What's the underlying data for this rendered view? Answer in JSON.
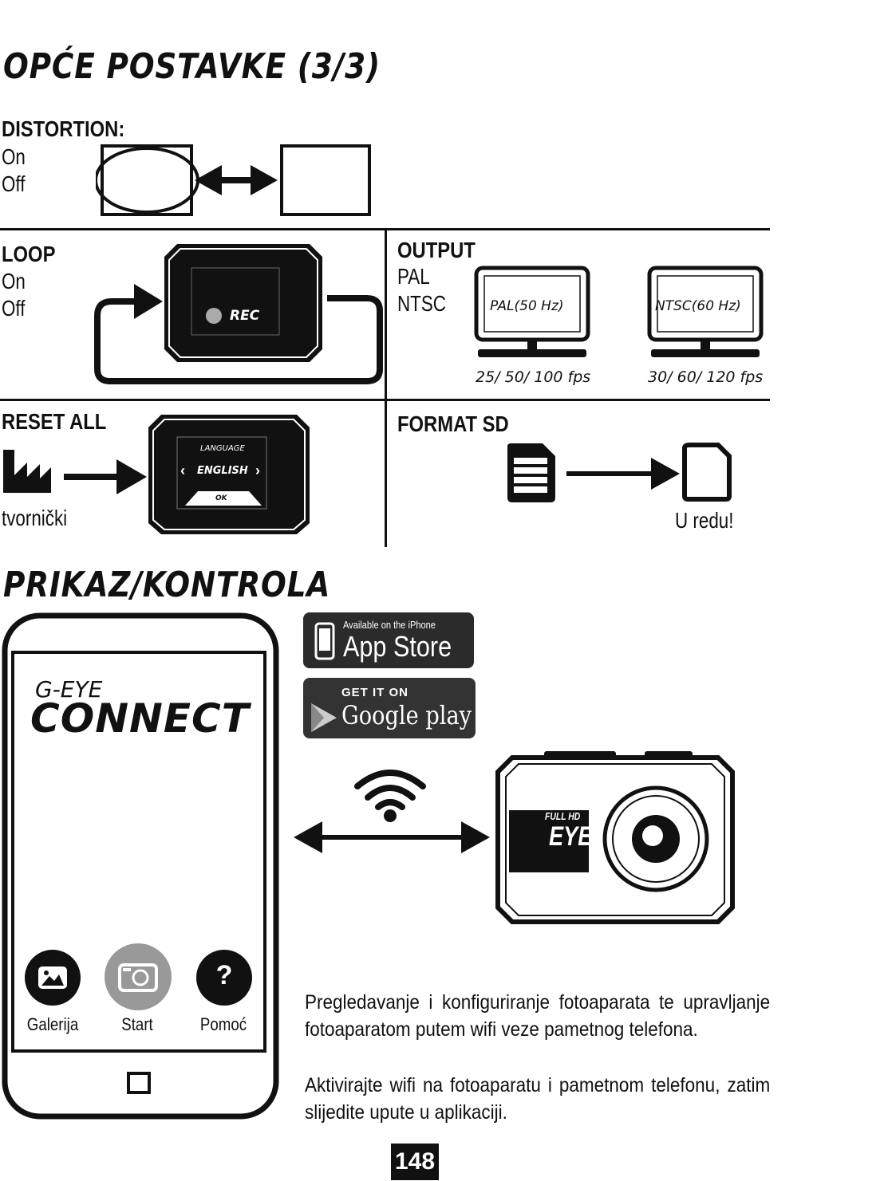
{
  "section1": {
    "title": "OPĆE POSTAVKE (3/3)",
    "distortion": {
      "header": "DISTORTION:",
      "options": [
        "On",
        "Off"
      ]
    },
    "loop": {
      "header": "LOOP",
      "options": [
        "On",
        "Off"
      ],
      "rec_label": "REC"
    },
    "output": {
      "header": "OUTPUT",
      "options": [
        "PAL",
        "NTSC"
      ],
      "tvs": [
        {
          "label": "PAL(50 Hz)",
          "fps": "25/ 50/ 100 fps"
        },
        {
          "label": "NTSC(60 Hz)",
          "fps": "30/ 60/ 120 fps"
        }
      ]
    },
    "reset": {
      "header": "RESET ALL",
      "caption": "tvornički",
      "screen": {
        "language": "LANGUAGE",
        "value": "ENGLISH",
        "ok": "OK"
      }
    },
    "format": {
      "header": "FORMAT SD",
      "caption": "U redu!"
    }
  },
  "section2": {
    "title": "PRIKAZ/KONTROLA",
    "app": {
      "brand_small": "G-EYE",
      "brand_big": "CONNECT",
      "buttons": [
        {
          "label": "Galerija",
          "icon": "gallery-icon"
        },
        {
          "label": "Start",
          "icon": "camera-icon"
        },
        {
          "label": "Pomoć",
          "icon": "help-icon",
          "glyph": "?"
        }
      ]
    },
    "stores": {
      "appstore_small": "Available on the iPhone",
      "appstore_big": "App Store",
      "google_small": "GET IT ON",
      "google_big": "Google play"
    },
    "camera": {
      "logo_small": "FULL HD",
      "logo_big": "EYE"
    },
    "paragraph1": "Pregledavanje i konfiguriranje fotoaparata te upravljanje fotoaparatom putem wifi veze pametnog telefona.",
    "paragraph2": "Aktivirajte wifi na fotoaparatu i pametnom telefonu, zatim slijedite upute u aplikaciji."
  },
  "page_number": "148"
}
